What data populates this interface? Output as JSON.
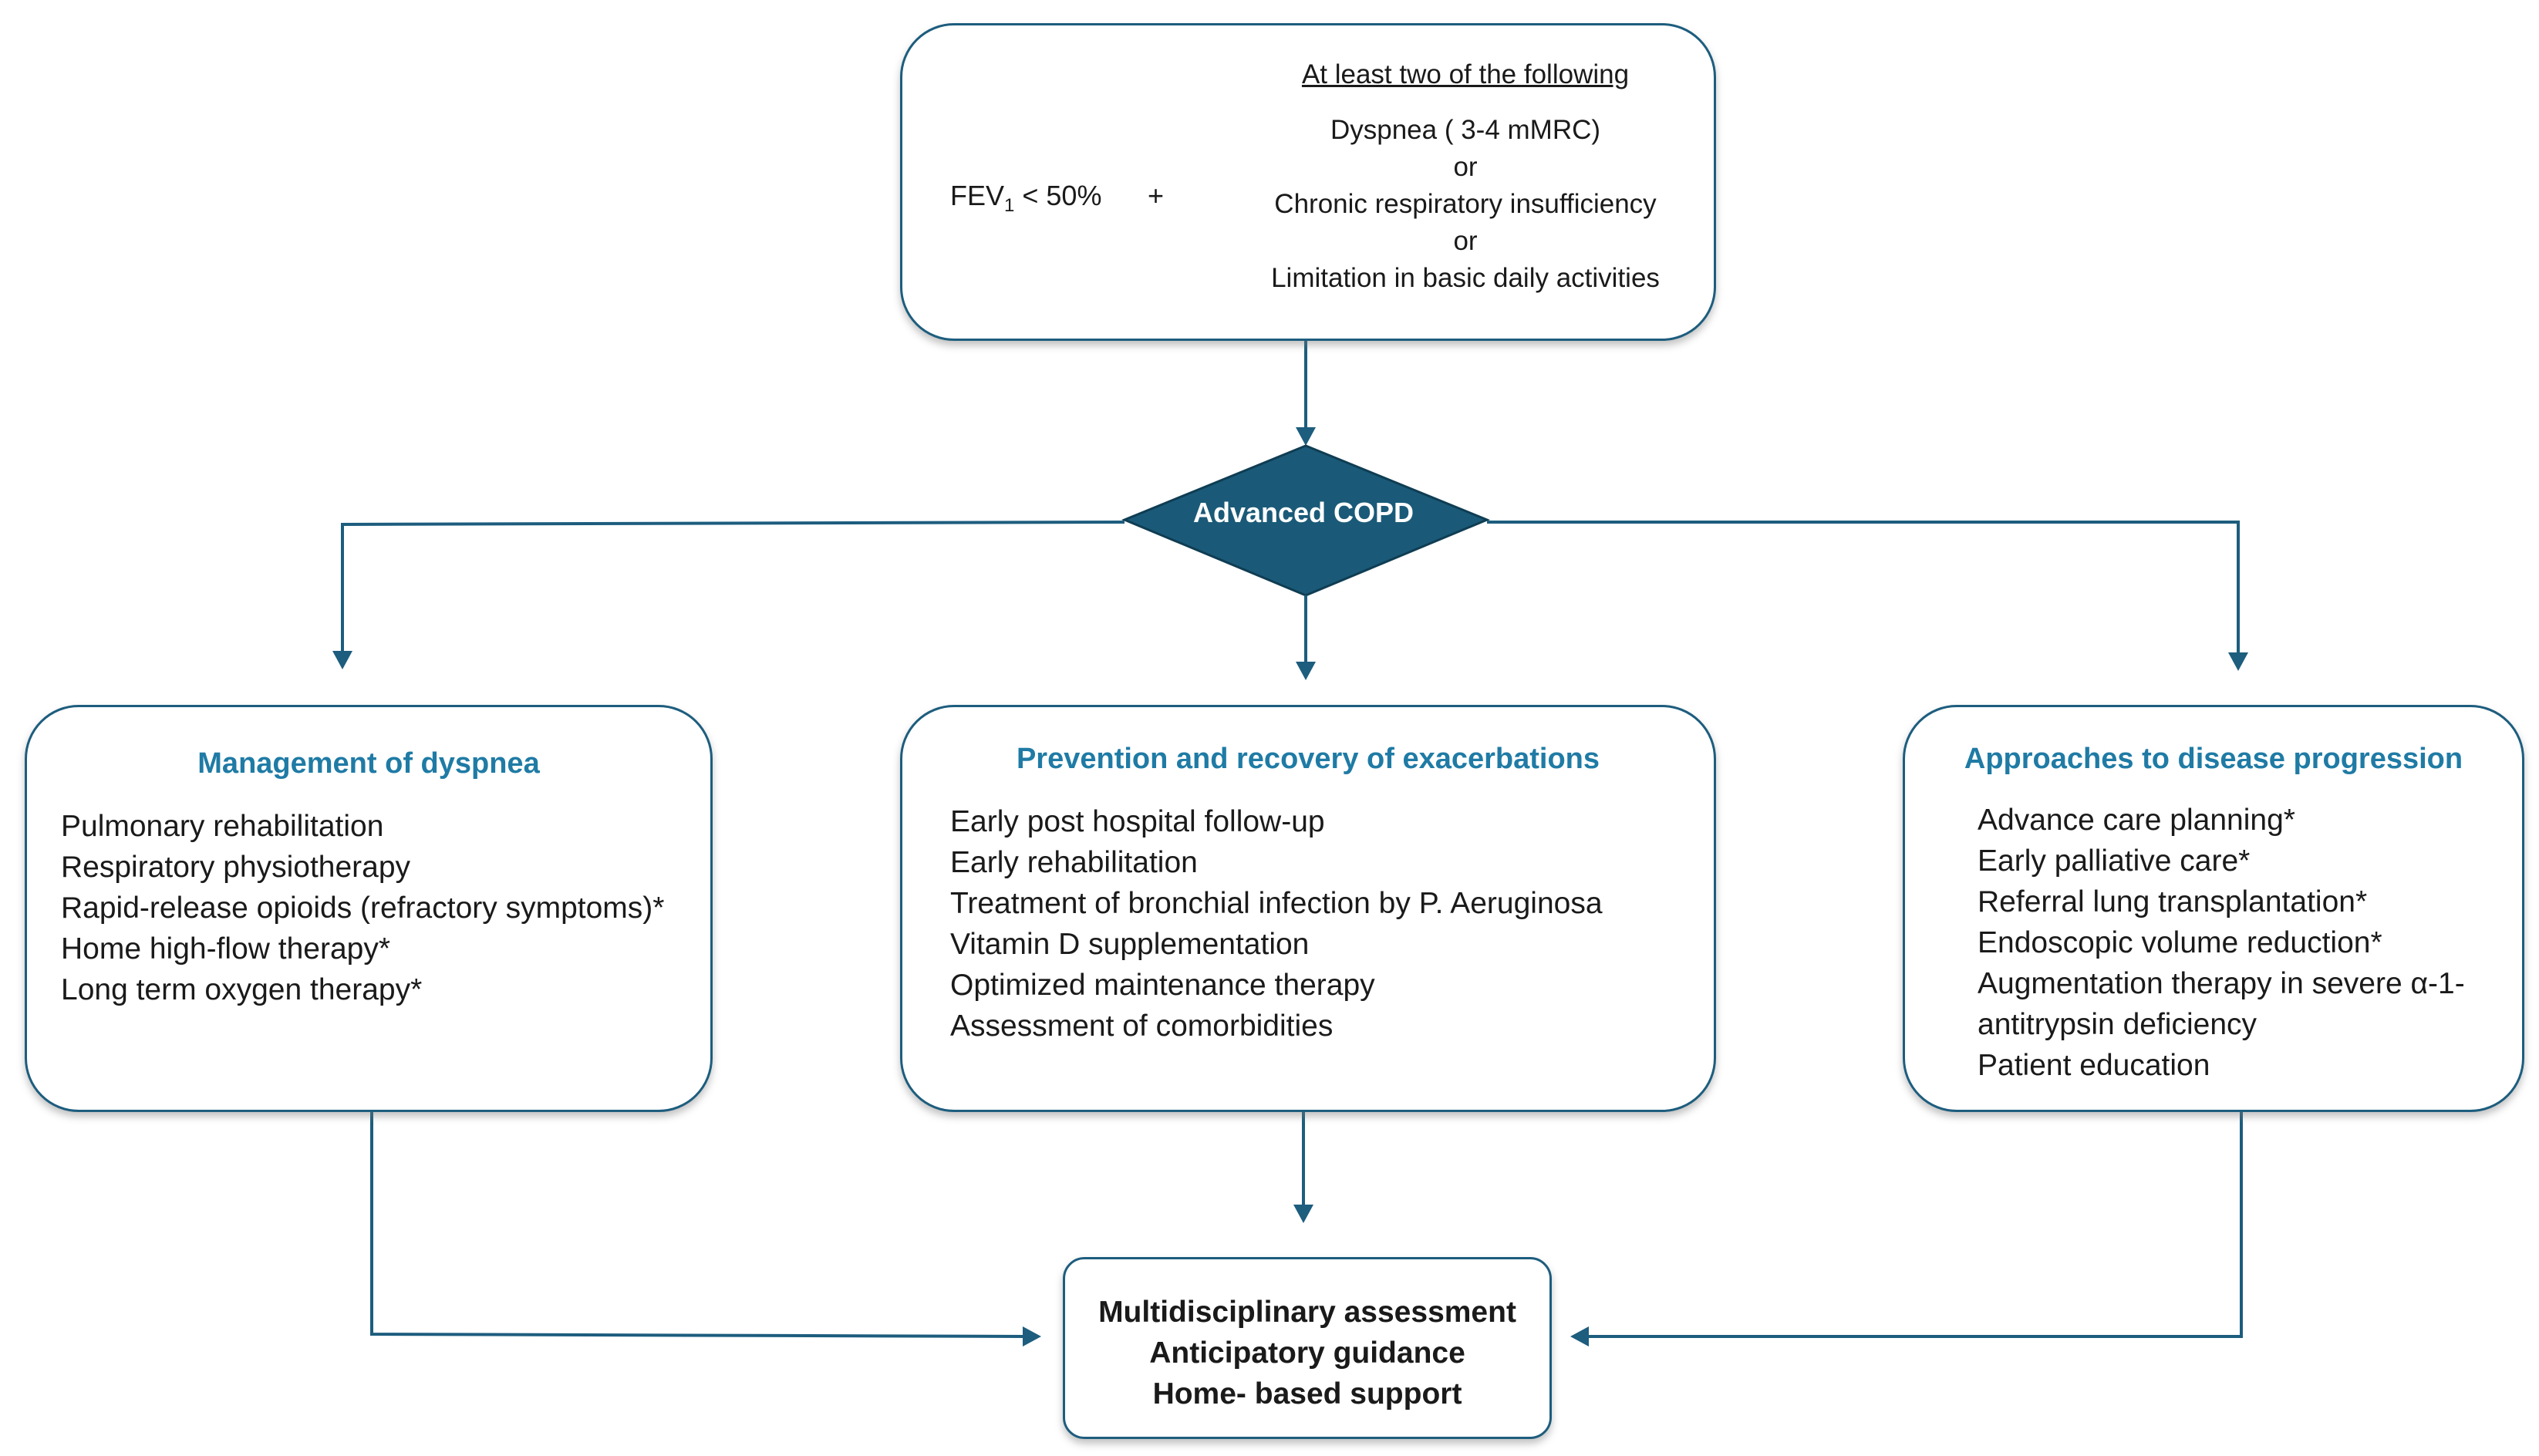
{
  "entry_criteria": {
    "fev_label": "FEV",
    "fev_subscript": "1",
    "fev_threshold": " < 50%",
    "plus": "+",
    "header": "At least two of the following",
    "options": [
      "Dyspnea ( 3-4 mMRC)",
      "or",
      "Chronic respiratory insufficiency",
      "or",
      "Limitation in basic daily activities"
    ]
  },
  "decision": {
    "label": "Advanced COPD"
  },
  "branches": [
    {
      "title": "Management of dyspnea",
      "items": [
        "Pulmonary rehabilitation",
        "Respiratory physiotherapy",
        "Rapid-release opioids (refractory symptoms)*",
        "Home high-flow therapy*",
        "Long term oxygen therapy*"
      ]
    },
    {
      "title": "Prevention and recovery of exacerbations",
      "items": [
        "Early post hospital follow-up",
        "Early rehabilitation",
        "Treatment of bronchial infection by P. Aeruginosa",
        "Vitamin D supplementation",
        "Optimized maintenance therapy",
        "Assessment of comorbidities"
      ]
    },
    {
      "title": "Approaches to disease progression",
      "items": [
        "Advance care planning*",
        "Early palliative care*",
        "Referral lung transplantation*",
        "Endoscopic volume reduction*",
        "Augmentation therapy in severe α-1-",
        "antitrypsin deficiency",
        "Patient education"
      ]
    }
  ],
  "outcome": {
    "lines": [
      "Multidisciplinary assessment",
      "Anticipatory guidance",
      "Home- based support"
    ]
  },
  "colors": {
    "box_border": "#1d5d7e",
    "title_text": "#1f7ba5",
    "diamond_fill": "#1a5a78",
    "arrow": "#1d5d7e"
  }
}
